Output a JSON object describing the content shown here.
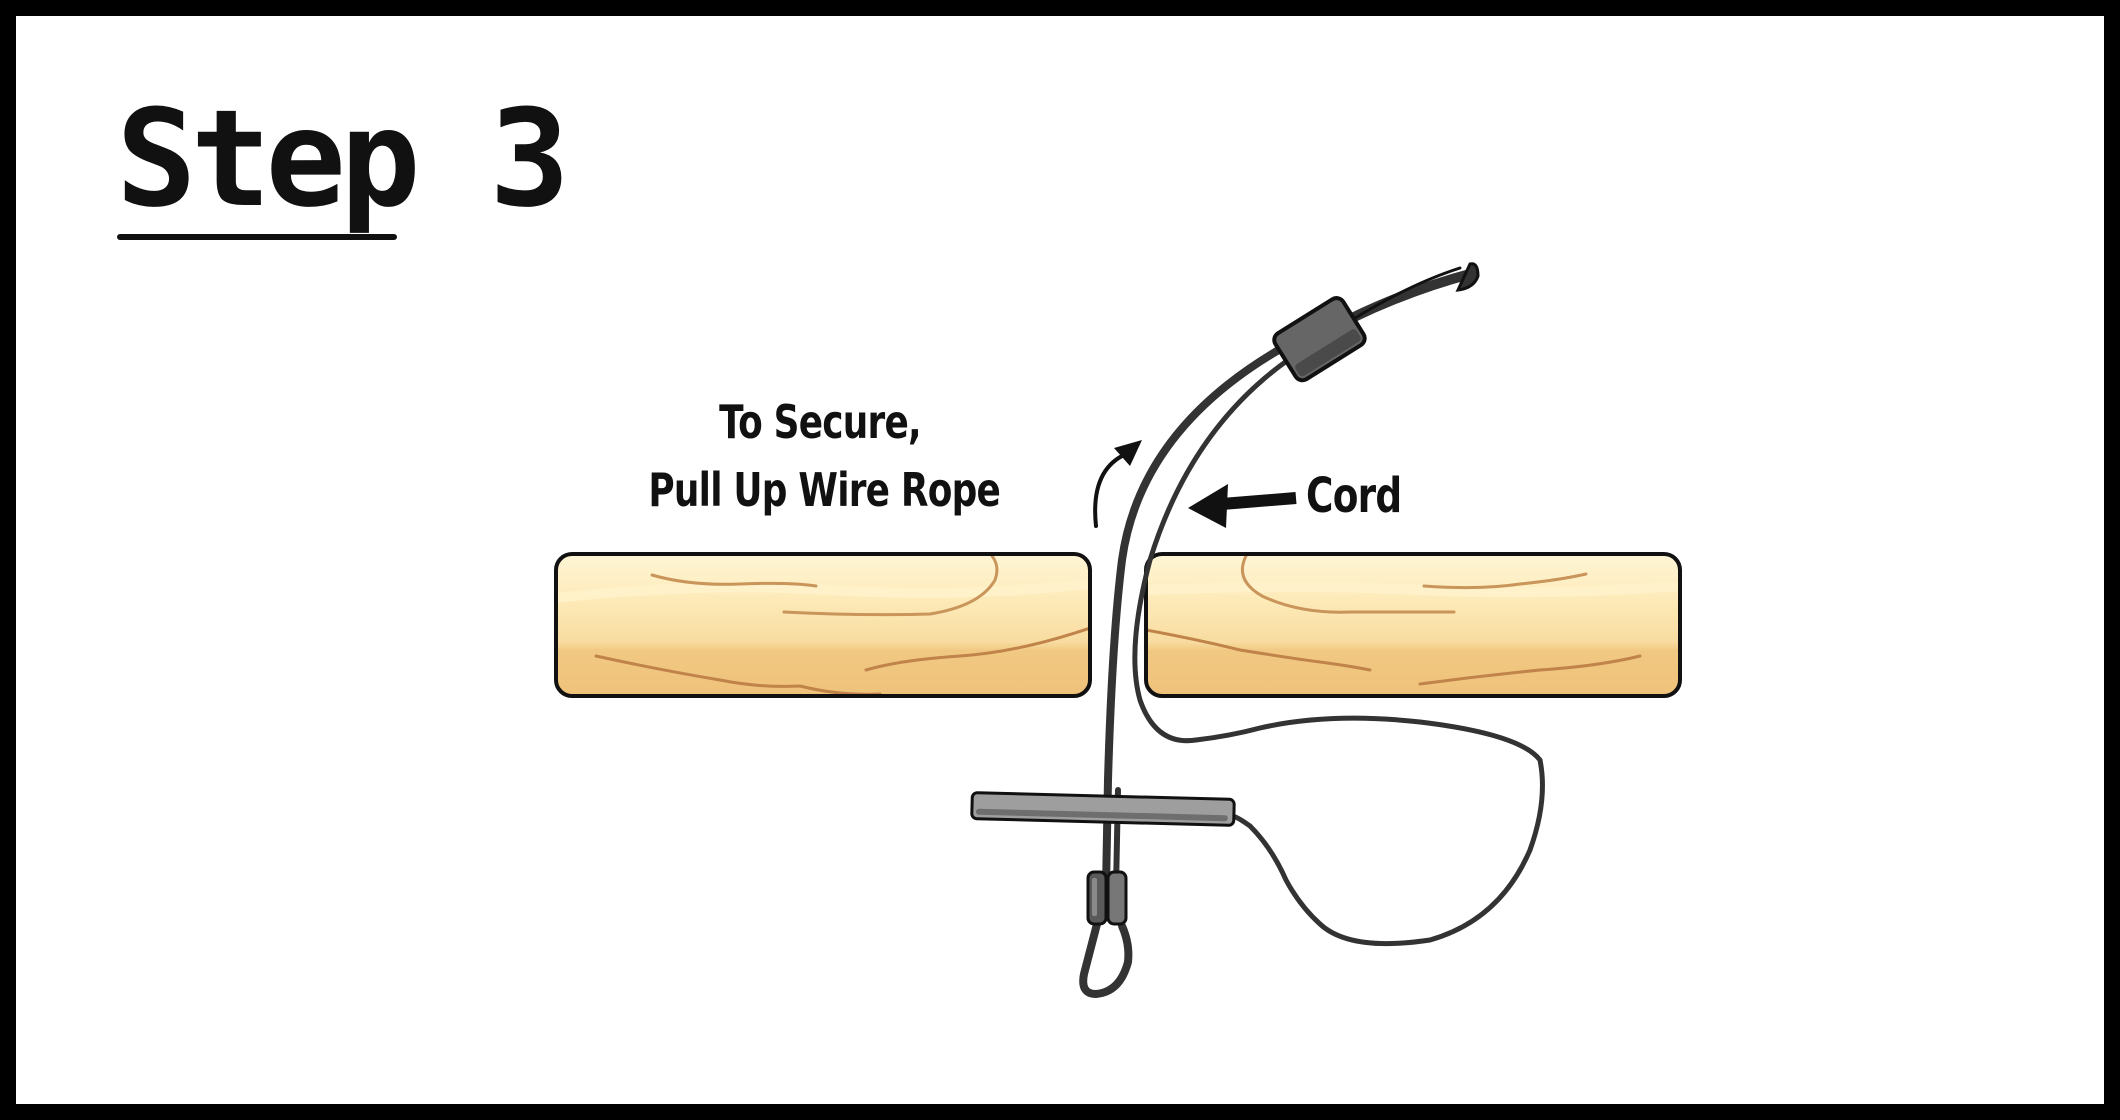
{
  "step": {
    "title": "Step 3"
  },
  "labels": {
    "secure_line1": "To Secure,",
    "secure_line2": "Pull Up Wire Rope",
    "cord": "Cord"
  },
  "colors": {
    "frame": "#000000",
    "wood_light": "#fdf0c4",
    "wood_dark": "#f1c882",
    "wood_grain": "#c9955a",
    "wire": "#333333",
    "toggle_bar": "#9e9e9e",
    "clamp": "#666666"
  },
  "icons": {
    "pull_arrow": "curved-arrow-up-icon",
    "cord_pointer": "arrow-left-icon"
  }
}
